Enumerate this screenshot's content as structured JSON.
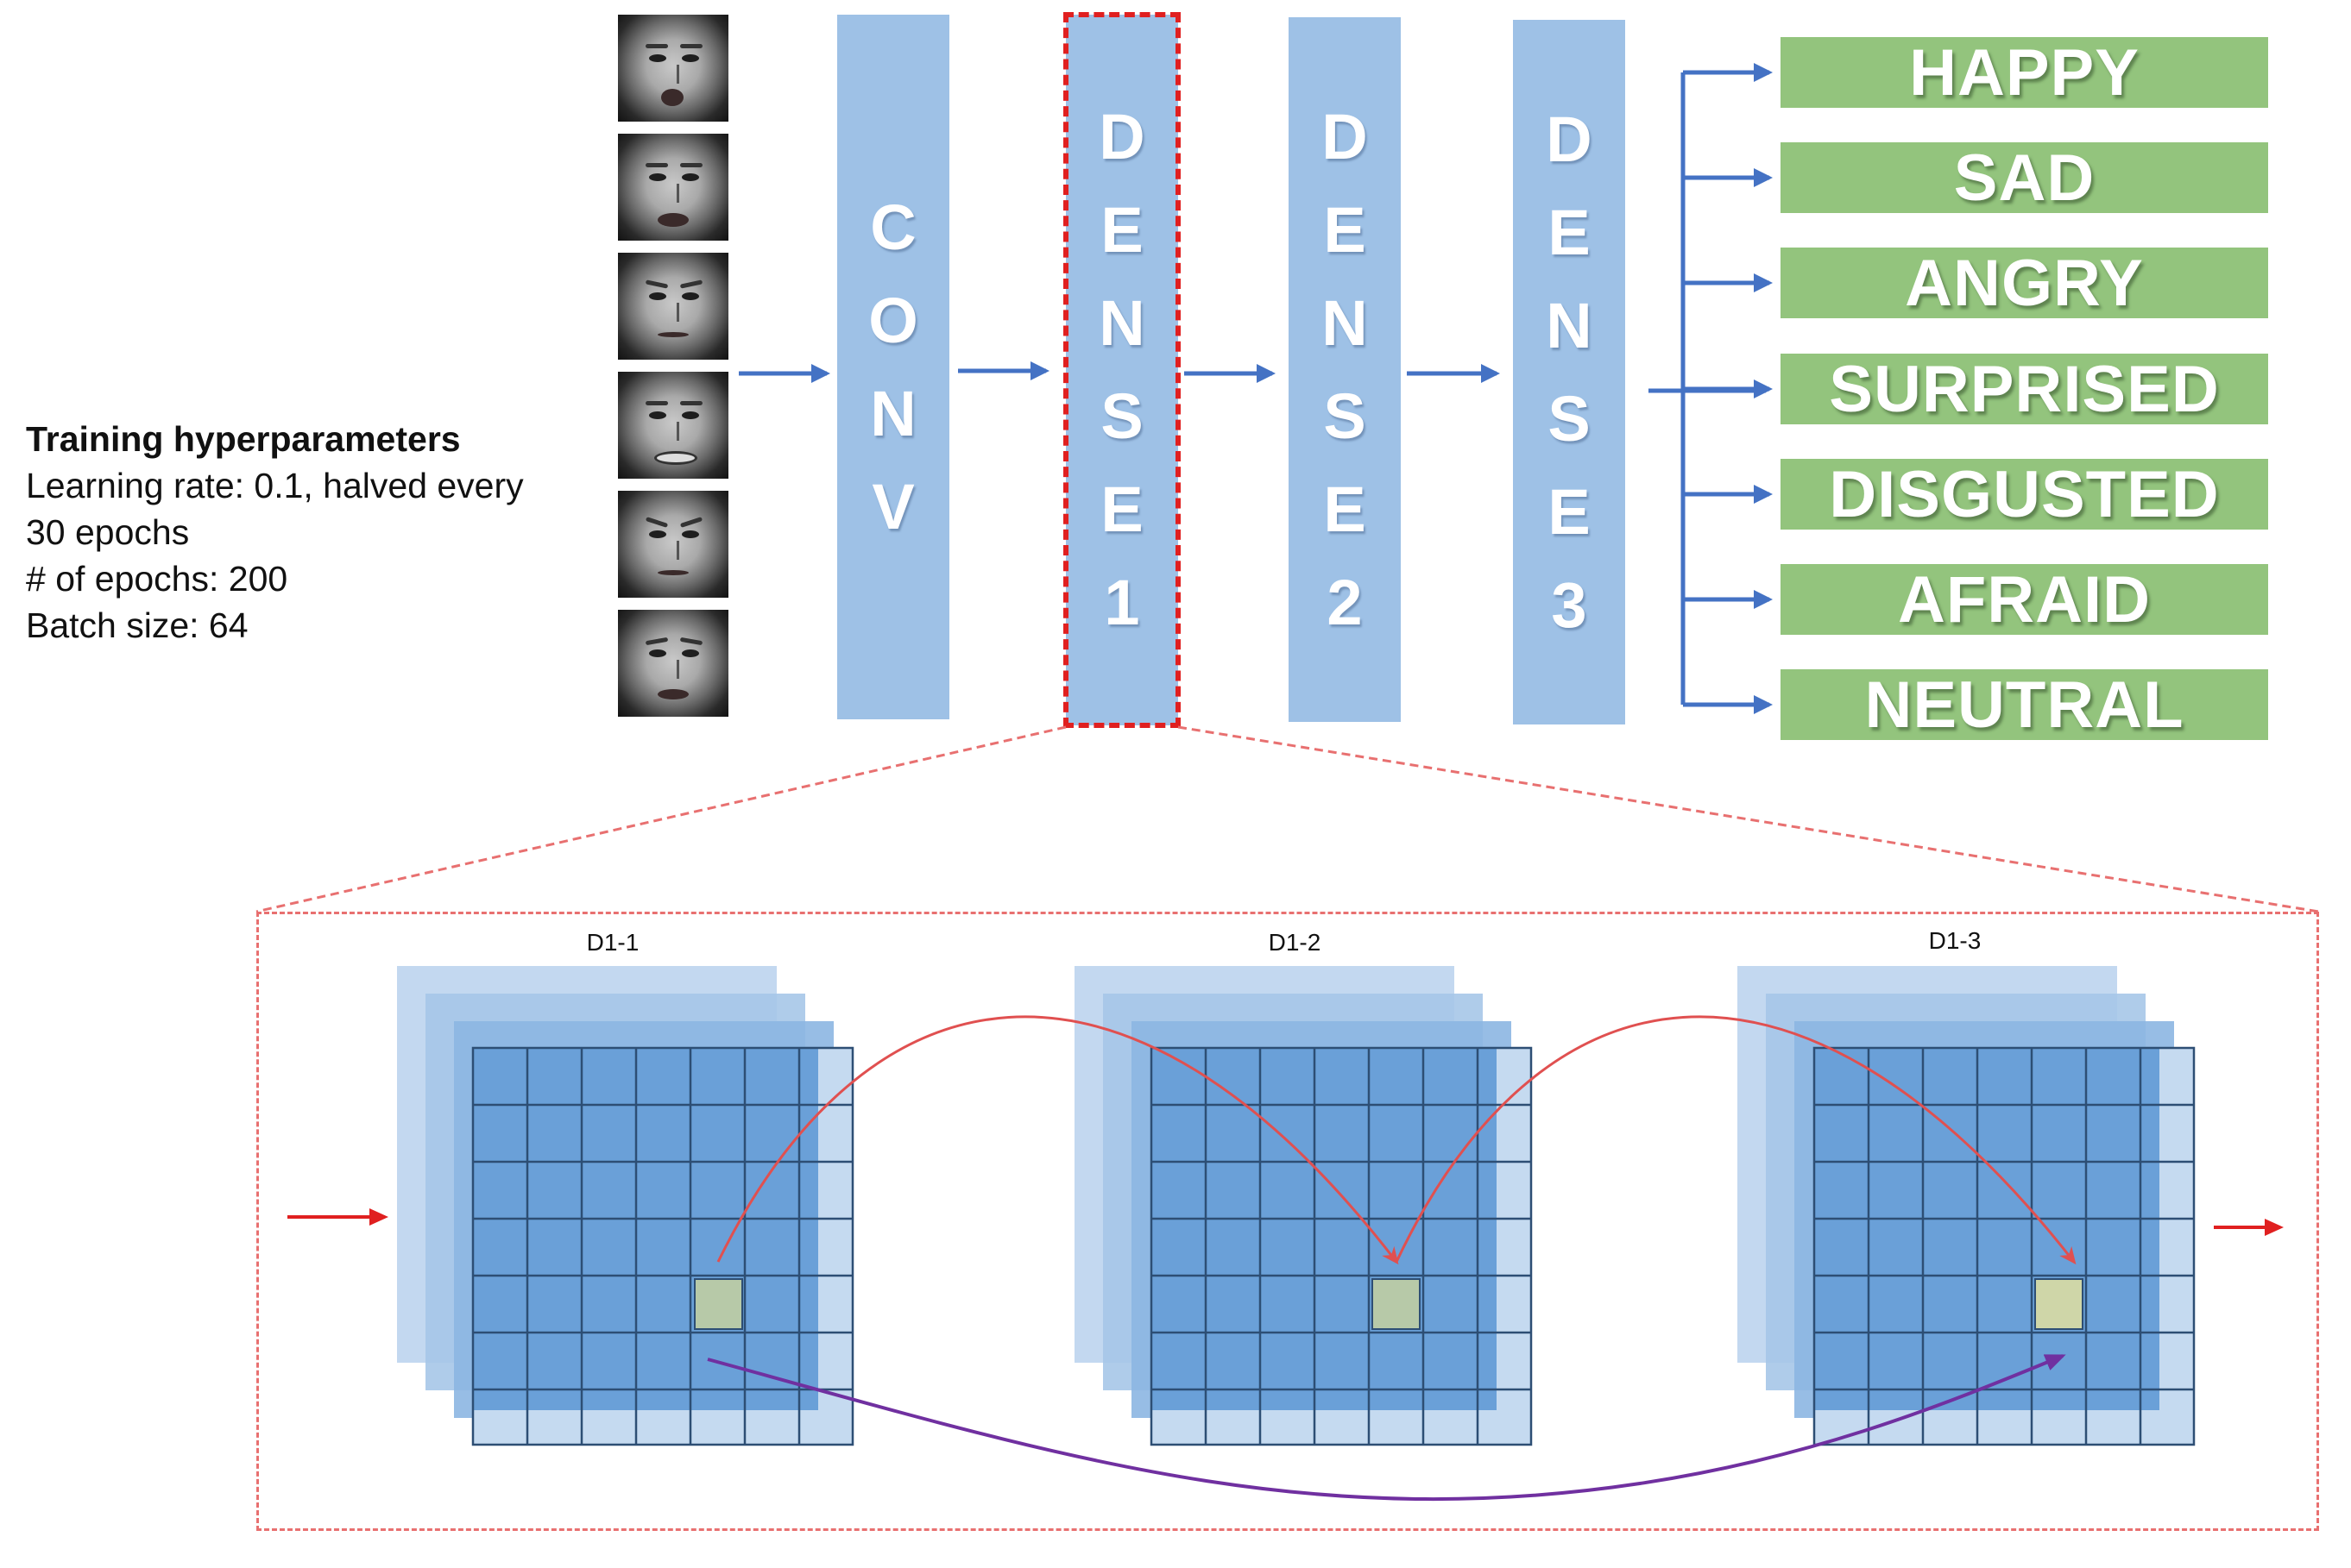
{
  "hyperparameters": {
    "title": "Training hyperparameters",
    "lines": [
      "Learning rate: 0.1, halved every",
      "30 epochs",
      "# of epochs: 200",
      "Batch size: 64"
    ]
  },
  "faces": [
    "face-1",
    "face-2",
    "face-3",
    "face-4",
    "face-5",
    "face-6"
  ],
  "layers": [
    {
      "key": "conv",
      "letters": [
        "C",
        "O",
        "N",
        "V"
      ]
    },
    {
      "key": "dense1",
      "letters": [
        "D",
        "E",
        "N",
        "S",
        "E",
        "1"
      ]
    },
    {
      "key": "dense2",
      "letters": [
        "D",
        "E",
        "N",
        "S",
        "E",
        "2"
      ]
    },
    {
      "key": "dense3",
      "letters": [
        "D",
        "E",
        "N",
        "S",
        "E",
        "3"
      ]
    }
  ],
  "outputs": [
    "HAPPY",
    "SAD",
    "ANGRY",
    "SURPRISED",
    "DISGUSTED",
    "AFRAID",
    "NEUTRAL"
  ],
  "dense_blocks": [
    "D1-1",
    "D1-2",
    "D1-3"
  ],
  "colors": {
    "layer": "#9ec1e6",
    "output": "#93c47d",
    "arrow_blue": "#4472c4",
    "highlight": "#e02020",
    "zoom_outline": "#e87070",
    "grid_front": "#5b9bd5",
    "grid_line": "#2d4e74",
    "cell_highlight": "#b7c9a8",
    "skip_purple": "#7030a0",
    "skip_red": "#e05050"
  }
}
